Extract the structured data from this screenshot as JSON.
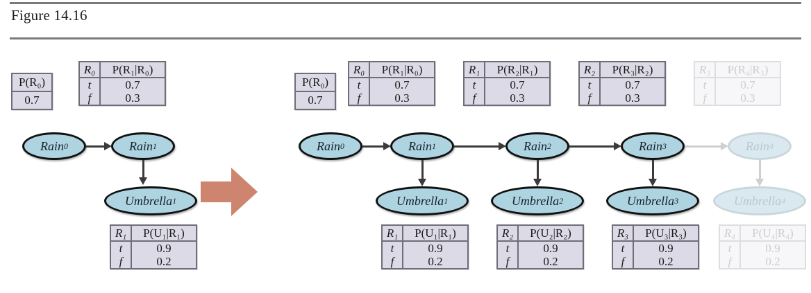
{
  "figure": {
    "title": "Figure 14.16",
    "caption_number": "14.16"
  },
  "colors": {
    "node_fill": "#aed4e2",
    "node_border": "#111111",
    "table_fill": "#dcdae6",
    "table_border": "#6e6e78",
    "transition_arrow": "#ce8570",
    "rule": "#7a7a7a",
    "edge": "#3b3b3b",
    "ghost": "#cfcfcf"
  },
  "icons": {
    "transition_arrow": "right-arrow-icon",
    "edge_arrowhead": "arrowhead-icon"
  },
  "left_network": {
    "label": "two-slice-dbn",
    "prior_table": {
      "header": "P(R₀)",
      "value": "0.7"
    },
    "transition_table": {
      "key_header": "R₀",
      "value_header": "P(R₁|R₀)",
      "rows": [
        {
          "key": "t",
          "value": "0.7"
        },
        {
          "key": "f",
          "value": "0.3"
        }
      ]
    },
    "sensor_table": {
      "key_header": "R₁",
      "value_header": "P(U₁|R₁)",
      "rows": [
        {
          "key": "t",
          "value": "0.9"
        },
        {
          "key": "f",
          "value": "0.2"
        }
      ]
    },
    "nodes": [
      {
        "id": "rain0",
        "base": "Rain",
        "sub": "0",
        "faded": false
      },
      {
        "id": "rain1",
        "base": "Rain",
        "sub": "1",
        "faded": false
      },
      {
        "id": "umbrella1",
        "base": "Umbrella",
        "sub": "1",
        "faded": false
      }
    ]
  },
  "right_network": {
    "label": "unrolled-dbn",
    "prior_table": {
      "header": "P(R₀)",
      "value": "0.7"
    },
    "transition_tables": [
      {
        "key_header": "R₀",
        "value_header": "P(R₁|R₀)",
        "faded": false,
        "rows": [
          {
            "key": "t",
            "value": "0.7"
          },
          {
            "key": "f",
            "value": "0.3"
          }
        ]
      },
      {
        "key_header": "R₁",
        "value_header": "P(R₂|R₁)",
        "faded": false,
        "rows": [
          {
            "key": "t",
            "value": "0.7"
          },
          {
            "key": "f",
            "value": "0.3"
          }
        ]
      },
      {
        "key_header": "R₂",
        "value_header": "P(R₃|R₂)",
        "faded": false,
        "rows": [
          {
            "key": "t",
            "value": "0.7"
          },
          {
            "key": "f",
            "value": "0.3"
          }
        ]
      },
      {
        "key_header": "R₃",
        "value_header": "P(R₄|R₃)",
        "faded": true,
        "rows": [
          {
            "key": "t",
            "value": "0.7"
          },
          {
            "key": "f",
            "value": "0.3"
          }
        ]
      }
    ],
    "sensor_tables": [
      {
        "key_header": "R₁",
        "value_header": "P(U₁|R₁)",
        "faded": false,
        "rows": [
          {
            "key": "t",
            "value": "0.9"
          },
          {
            "key": "f",
            "value": "0.2"
          }
        ]
      },
      {
        "key_header": "R₂",
        "value_header": "P(U₂|R₂)",
        "faded": false,
        "rows": [
          {
            "key": "t",
            "value": "0.9"
          },
          {
            "key": "f",
            "value": "0.2"
          }
        ]
      },
      {
        "key_header": "R₃",
        "value_header": "P(U₃|R₃)",
        "faded": false,
        "rows": [
          {
            "key": "t",
            "value": "0.9"
          },
          {
            "key": "f",
            "value": "0.2"
          }
        ]
      },
      {
        "key_header": "R₄",
        "value_header": "P(U₄|R₄)",
        "faded": true,
        "rows": [
          {
            "key": "t",
            "value": "0.9"
          },
          {
            "key": "f",
            "value": "0.2"
          }
        ]
      }
    ],
    "rain_nodes": [
      {
        "id": "rain0",
        "base": "Rain",
        "sub": "0",
        "faded": false
      },
      {
        "id": "rain1",
        "base": "Rain",
        "sub": "1",
        "faded": false
      },
      {
        "id": "rain2",
        "base": "Rain",
        "sub": "2",
        "faded": false
      },
      {
        "id": "rain3",
        "base": "Rain",
        "sub": "3",
        "faded": false
      },
      {
        "id": "rain4",
        "base": "Rain",
        "sub": "4",
        "faded": true
      }
    ],
    "umbrella_nodes": [
      {
        "id": "umbrella1",
        "base": "Umbrella",
        "sub": "1",
        "faded": false
      },
      {
        "id": "umbrella2",
        "base": "Umbrella",
        "sub": "2",
        "faded": false
      },
      {
        "id": "umbrella3",
        "base": "Umbrella",
        "sub": "3",
        "faded": false
      },
      {
        "id": "umbrella4",
        "base": "Umbrella",
        "sub": "4",
        "faded": true
      }
    ]
  }
}
